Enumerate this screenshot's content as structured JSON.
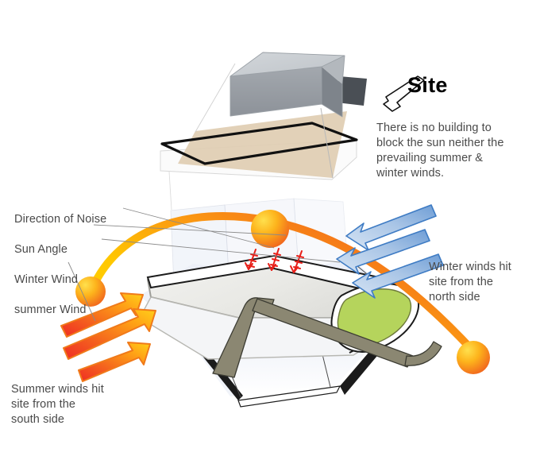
{
  "diagram": {
    "title": "Site Analysis Diagram",
    "background_color": "#ffffff"
  },
  "labels": {
    "site_title": "Site",
    "site_note": "There is no building to\nblock the sun neither the\nprevailing summer &\nwinter winds.",
    "winter_note": "Winter winds hit\nsite from the\nnorth side",
    "summer_note": "Summer winds hit\nsite from the\nsouth side"
  },
  "legend": {
    "items": [
      {
        "label": "Direction of Noise"
      },
      {
        "label": "Sun Angle"
      },
      {
        "label": "Winter Wind"
      },
      {
        "label": "summer Wind"
      }
    ]
  },
  "colors": {
    "text": "#4a4a4a",
    "title_text": "#000000",
    "sun_arc_start": "#ffd400",
    "sun_arc_end": "#f05a1e",
    "sun_sphere_light": "#ffd633",
    "sun_sphere_dark": "#f1661d",
    "winter_arrow_light": "#b9cfe8",
    "winter_arrow_dark": "#5f93d0",
    "winter_arrow_stroke": "#3f7cc4",
    "summer_arrow_red": "#ef2b24",
    "summer_arrow_yellow": "#ffd11a",
    "summer_arrow_stroke": "#f07a1a",
    "noise_symbol": "#e8201a",
    "building_top": "#c8ccd0",
    "building_front": "#989da3",
    "building_side": "#7e848b",
    "building_flap": "#4a4f55",
    "site_plane_tan": "#e0cdb2",
    "plot_fill": "#ebebe8",
    "plot_fill_light": "#f6f7fa",
    "road_fill": "#8b8772",
    "green_area": "#b5d45c",
    "cone_fill": "#eef1f8",
    "outline_black": "#111111",
    "leader_line": "#8a8a8a"
  },
  "elements": {
    "building_box": "gray-3d-box",
    "site_plane": "tan-ground-plane",
    "plot_outline": "black-parallelogram",
    "sun_path": "sun-arc",
    "sun_positions": 3,
    "winter_arrows": 3,
    "summer_arrows": 3,
    "noise_symbols": 3,
    "green_area": "landscape-patch",
    "road": "site-road",
    "cone": "view-cone"
  }
}
